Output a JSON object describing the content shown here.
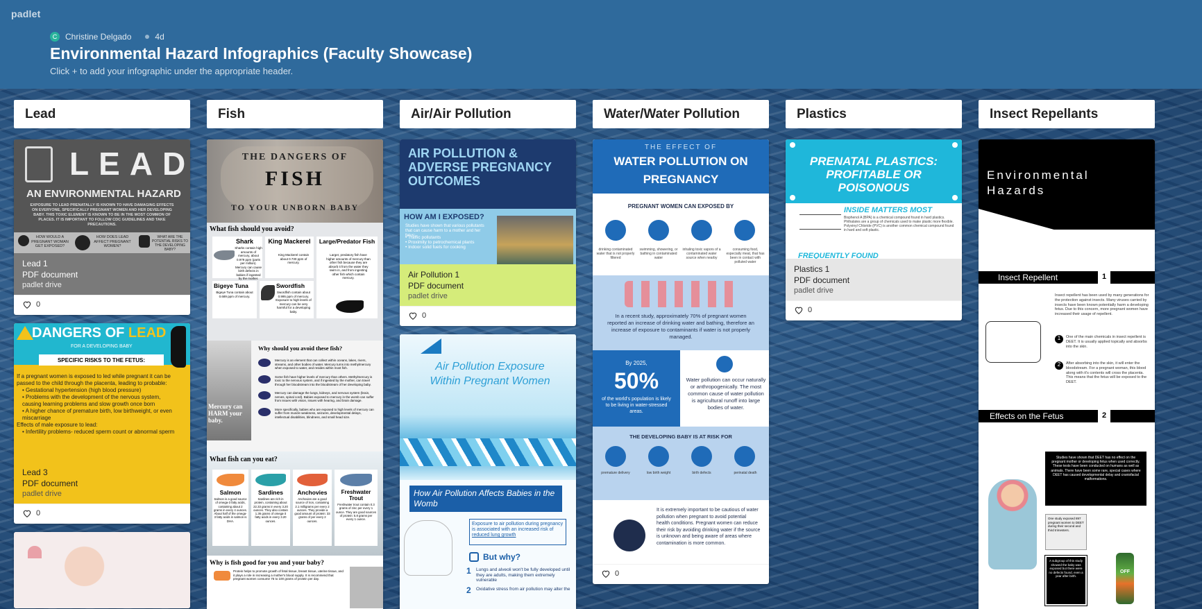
{
  "app": {
    "logo": "padlet"
  },
  "header": {
    "author": "Christine Delgado",
    "author_initial": "C",
    "age": "4d",
    "title": "Environmental Hazard Infographics (Faculty Showcase)",
    "subtitle": "Click + to add your infographic under the appropriate header."
  },
  "colors": {
    "header_bg": "#2f6a9c",
    "avatar": "#29b39c"
  },
  "columns": [
    {
      "title": "Lead",
      "cards": [
        {
          "name": "Lead 1",
          "type": "PDF document",
          "source": "padlet drive",
          "likes": "0",
          "poster": {
            "big": "LEAD",
            "sub": "AN ENVIRONMENTAL HAZARD",
            "body": "EXPOSURE TO LEAD PRENATALLY IS KNOWN TO HAVE DAMAGING EFFECTS ON EVERYONE, SPECIFICALLY PREGNANT WOMEN AND HER DEVELOPING BABY. THIS TOXIC ELEMENT IS KNOWN TO BE IN THE MOST COMMON OF PLACES. IT IS IMPORTANT TO FOLLOW CDC GUIDELINES AND TAKE PRECAUTIONS.",
            "q1": "HOW WOULD A PREGNANT WOMAN GET EXPOSED?",
            "q2": "HOW DOES LEAD AFFECT PREGNANT WOMEN?",
            "q3": "WHAT ARE THE POTENTIAL RISKS TO THE DEVELOPING BABY?"
          }
        },
        {
          "name": "Lead 3",
          "type": "PDF document",
          "source": "padlet drive",
          "likes": "0",
          "poster": {
            "title_a": "DANGERS OF ",
            "title_b": "LEAD",
            "sub": "FOR A DEVELOPING BABY",
            "box": "SPECIFIC RISKS TO THE FETUS:",
            "intro": "If a pregnant women is exposed to led while pregnant it can be passed to the child through the placenta, leading to probable:",
            "b1": "Gestational hypertension (high blood pressure)",
            "b2": "Problems with the development of the nervous system, causing learning problems and slow growth once born",
            "b3": "A higher chance of premature birth, low birthweight, or even miscarriage",
            "male": "Effects of male exposure to lead:",
            "b4": "Infertility problems- reduced sperm count or abnormal sperm"
          }
        }
      ]
    },
    {
      "title": "Fish",
      "poster": {
        "t1": "THE DANGERS OF",
        "t2": "FISH",
        "t3": "TO YOUR UNBORN BABY",
        "avoid": "What fish should you avoid?",
        "shark": "Shark",
        "shark_d": "Sharks contain high amounts of mercury, about 0.979 ppm (parts per million). Mercury can cause birth defects in babies if ingested by the mother.",
        "king": "King Mackerel",
        "king_d": "King Mackerel contain about 0.730 ppm of mercury.",
        "large": "Large/Predator Fish",
        "large_d": "Larger, predatory fish have higher amounts of mercury than other fish because they are absorb it from the water they swim in, and from ingesting other fish which contain mercury.",
        "bigeye": "Bigeye Tuna",
        "bigeye_d": "Bigeye Tuna contain about 0.689 ppm of mercury.",
        "sword": "Swordfish",
        "sword_d": "Swordfish contain about 0.995 ppm of mercury. Exposure to high levels of mercury can be very harmful for a developing baby.",
        "why": "Why should you avoid these fish?",
        "side": "Mercury can HARM your baby.",
        "w1": "Mercury is an element that can collect within oceans, lakes, rivers, streams, and other bodies of water. Mercury turns into methylmercury when exposed to water, and resides within most fish.",
        "w2": "Some fish have higher levels of mercury than others. Methylmercury is toxic to the nervous system, and if ingested by the mother, can travel through her bloodstream into the bloodstream of her developing baby.",
        "w3": "Mercury can damage the lungs, kidneys, and nervous system (brain, nerves, spinal cord). Babies exposed to mercury in the womb can suffer from issues with vision, issues with hearing, and brain damage.",
        "w4": "More specifically, babies who are exposed to high levels of mercury can suffer from muscle weakness, seizures, developmental delays, intellectual disabilities, blindness, and small head size.",
        "eat": "What fish can you eat?",
        "salmon": "Salmon",
        "salmon_d": "Salmon is a good source of omega-3 fatty acids, containing about 2 grams in every 4 ounces. About half of the omega-3 fatty acids in salmon is DHA.",
        "sardines": "Sardines",
        "sardines_d": "Sardines are rich in protein, containing about 22.33 grams in every 3.20 ounces. They also contain 1.36 grams of omega-3 fatty acids in every 3.20 ounces.",
        "anchovies": "Anchovies",
        "anchovies_d": "Anchovies are a good source of iron, containing 2.1 milligrams per every 2 ounces. They provide a good amount of protein: 33 grams of per every 2 ounces.",
        "trout": "Freshwater Trout",
        "trout_d": "Freshwater trout contain 0.3 grams of zinc per every 1 ounce. They are good sources of protein: 5.8 grams per every 1 ounce.",
        "good": "Why is fish good for you and your baby?",
        "g1": "Protein helps to promote growth of fetal tissue, breast tissue, uterine tissue, and it plays a role in increasing a mother's blood supply. It is recommend that pregnant women consume 75 to 100 grams of protein per day."
      }
    },
    {
      "title": "Air/Air Pollution",
      "cards": [
        {
          "name": "Air Pollution 1",
          "type": "PDF document",
          "source": "padlet drive",
          "likes": "0",
          "poster": {
            "t1": "AIR POLLUTION & ADVERSE PREGNANCY OUTCOMES",
            "q": "HOW AM I EXPOSED?",
            "body": "Studies have shown that various pollutants that can cause harm to a mother and her fetus:",
            "b1": "Traffic pollutants",
            "b2": "Proximity to petrochemical plants",
            "b3": "Indoor solid fuels for cooking"
          }
        },
        {
          "poster": {
            "t1": "Air Pollution Exposure Within Pregnant Women",
            "banner": "How Air Pollution Affects Babies in the Womb",
            "box": "Exposure to air pollution during pregnancy is associated with an increased risk of ",
            "box_link": "reduced lung growth",
            "why": "But why?",
            "n1": "Lungs and alveoli won't be fully developed until they are adults, making them extremely vulnerable",
            "n2": "Oxidative stress from air pollution may alter the"
          }
        }
      ]
    },
    {
      "title": "Water/Water Pollution",
      "likes": "0",
      "poster": {
        "t0": "THE EFFECT OF",
        "t1": "WATER POLLUTION ON",
        "t2": "PREGNANCY",
        "exposed": "PREGNANT WOMEN CAN EXPOSED BY",
        "e1": "drinking contaminated water that is not properly filtered",
        "e2": "swimming, showering, or bathing in contaminated water",
        "e3": "inhaling toxic vapors of a contaminated water source when nearby",
        "e4": "consuming food, especially meat, that has been in contact with polluted water",
        "study": "In a recent study, approximately 70% of pregnant women reported an increase of drinking water and bathing, therefore an increase of exposure to contaminants if water is not properly managed.",
        "by": "By 2025,",
        "pct": "50%",
        "pct_d": "of the world's population is likely to be living in water-stressed areas.",
        "occur": "Water pollution can occur naturally or anthropogenically. The most common cause of water pollution is agricultural runoff into large bodies of water.",
        "risk": "THE DEVELOPING BABY IS AT RISK FOR",
        "r1": "premature delivery",
        "r2": "low birth weight",
        "r3": "birth defects",
        "r4": "perinatal death",
        "important": "It is extremely important to be cautious of water pollution when pregnant to avoid potential health conditions. Pregnant women can reduce their risk by avoiding drinking water if the source is unknown and being aware of areas where contamination is more common."
      }
    },
    {
      "title": "Plastics",
      "cards": [
        {
          "name": "Plastics 1",
          "type": "PDF document",
          "source": "padlet drive",
          "likes": "0",
          "poster": {
            "t1": "PRENATAL PLASTICS: PROFITABLE OR POISONOUS",
            "inside": "INSIDE MATTERS MOST",
            "body": "Bisphenol A (BPA) is a chemical compound found in hard plastics. Phthalates are a group of chemicals used to make plastic more flexible. Polyvinyl Chloride (PVC) is another common chemical compound found in hard and soft plastic.",
            "found": "FREQUENTLY FOUND"
          }
        }
      ]
    },
    {
      "title": "Insect Repellants",
      "poster": {
        "t1": "Environmental",
        "t2": "Hazards",
        "s1": "Insect Repellent",
        "n1": "1",
        "p1": "Insect repellent has been used by many generations for the protection against insects. Many viruses carried by insects have been known potentially harm a developing fetus. Due to this concern, more pregnant women have increased their usage of repellent.",
        "c1": "One of the main chemicals in insect repellent is DEET. It is usually applied topically and absorbs into the skin.",
        "c2": "After absorbing into the skin, it will enter the bloodstream. For a pregnant woman, this blood along with it's contents will cross the placenta. This means that the fetus will be exposed to the DEET.",
        "s2": "Effects on the Fetus",
        "n2": "2",
        "b1": "Studies have shown that DEET has no effect on the pregnant mother or developing fetus when used correctly. These tests have been conducted on humans as well as animals. There have been some rare, special cases where DEET has caused developmental delay and craniofacial malformations.",
        "b2": "One study exposed 897 pregnant women to DEET during their second and third trimesters.",
        "b3": "A subgroup of this study showed the baby was exposed but there were no defects found, even a year after birth.",
        "can": "OFF"
      }
    }
  ]
}
